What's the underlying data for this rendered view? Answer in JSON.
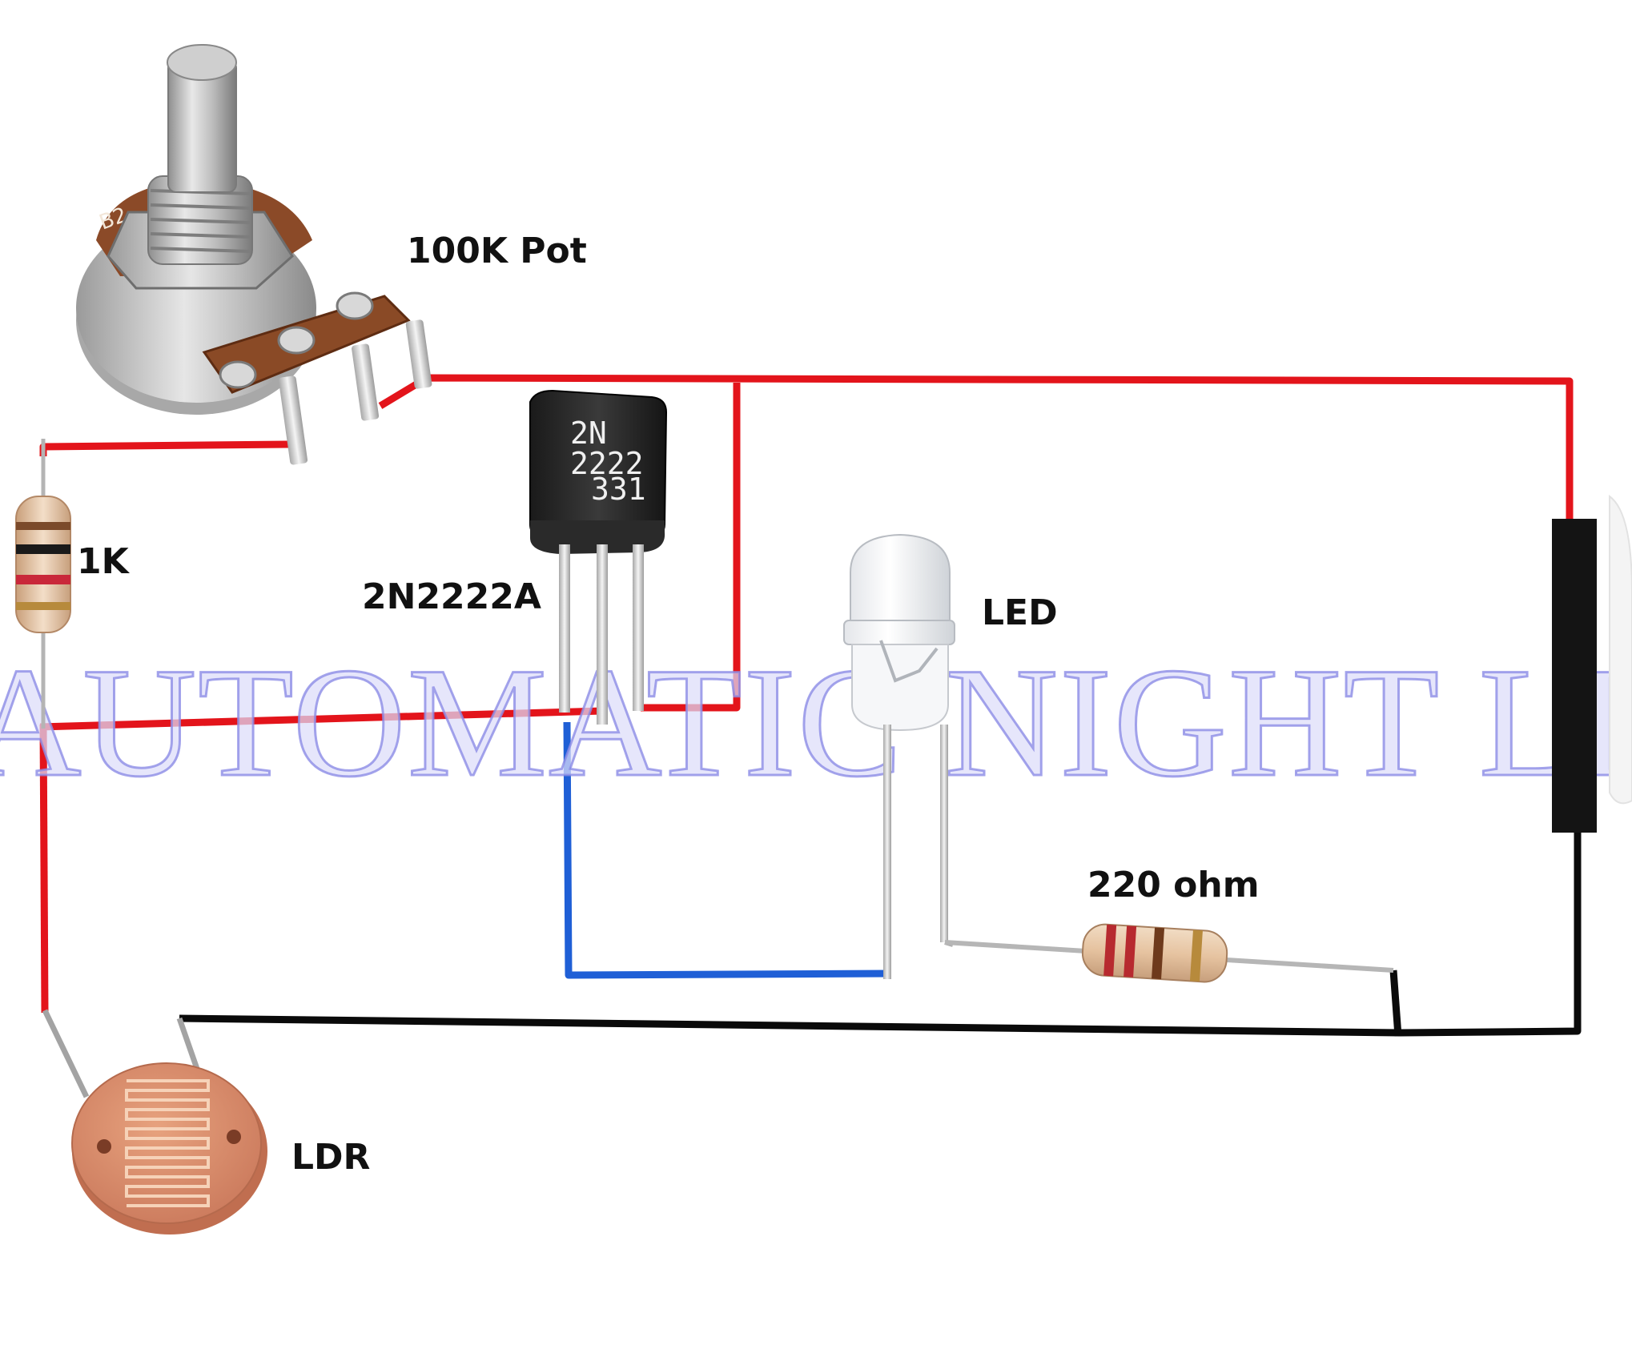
{
  "labels": {
    "potentiometer": "100K Pot",
    "resistor_1k": "1K",
    "transistor": "2N2222A",
    "led": "LED",
    "resistor_220": "220 ohm",
    "ldr": "LDR"
  },
  "component_markings": {
    "transistor_line1": "2N",
    "transistor_line2": "2222",
    "transistor_line3": "331",
    "pot_body": "B2"
  },
  "watermark": "AUTOMATIC NIGHT LIGHT",
  "wire_colors": {
    "positive": "#e3141b",
    "negative": "#0a0a0a",
    "signal": "#1f5fd6"
  }
}
